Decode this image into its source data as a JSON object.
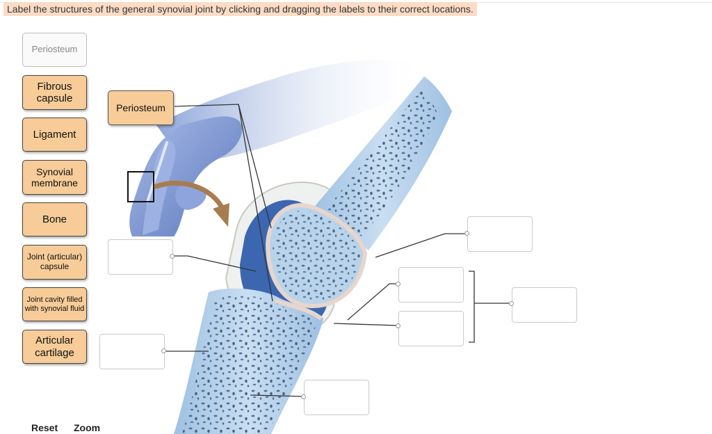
{
  "instruction": "Label the structures of the general synovial joint by clicking and dragging the labels to their correct locations.",
  "label_bank": [
    {
      "text": "Periosteum",
      "state": "used"
    },
    {
      "text": "Fibrous capsule",
      "state": "available"
    },
    {
      "text": "Ligament",
      "state": "available"
    },
    {
      "text": "Synovial membrane",
      "state": "available"
    },
    {
      "text": "Bone",
      "state": "available"
    },
    {
      "text": "Joint (articular) capsule",
      "state": "available"
    },
    {
      "text": "Joint cavity filled with synovial fluid",
      "state": "available"
    },
    {
      "text": "Articular cartilage",
      "state": "available"
    }
  ],
  "placed_labels": [
    {
      "target": "top-left",
      "text": "Periosteum"
    }
  ],
  "drop_targets": [
    "left-upper",
    "left-lower",
    "bottom",
    "right-top",
    "right-middle-upper",
    "right-middle-lower",
    "right-bracket"
  ],
  "footer": {
    "reset": "Reset",
    "zoom": "Zoom"
  },
  "colors": {
    "label_fill": "#f7cc98",
    "instruction_highlight": "#fcdcc5",
    "bone": "#b9d3ea",
    "cartilage": "#e8d6cc",
    "synovial": "#3c67b0",
    "hand": "#7f9ad4"
  }
}
